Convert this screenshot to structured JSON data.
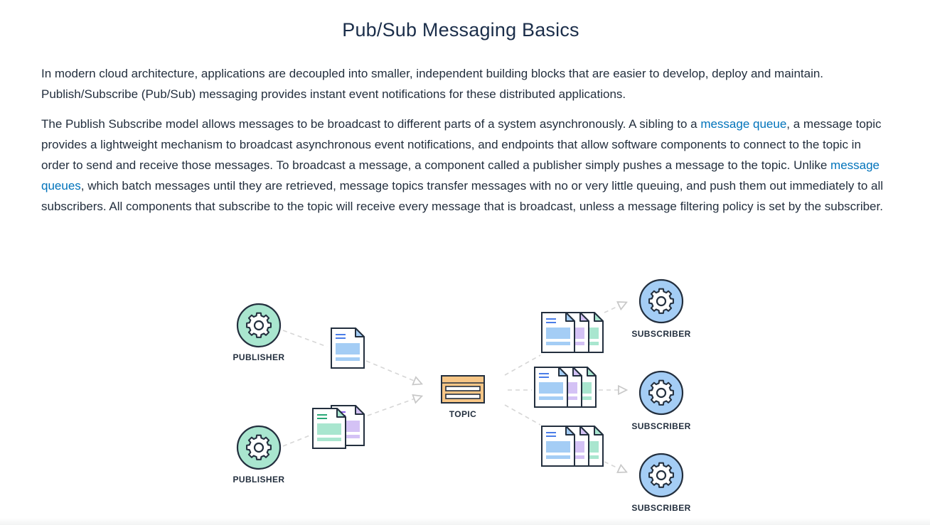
{
  "page": {
    "title": "Pub/Sub Messaging Basics"
  },
  "intro": {
    "text": "In modern cloud architecture, applications are decoupled into smaller, independent building blocks that are easier to develop, deploy and maintain. Publish/Subscribe (Pub/Sub) messaging provides instant event notifications for these distributed applications."
  },
  "body": {
    "part1": "The Publish Subscribe model allows messages to be broadcast to different parts of a system asynchronously. A sibling to a ",
    "link1": "message queue",
    "part2": ", a message topic provides a lightweight mechanism to broadcast asynchronous event notifications, and endpoints that allow software components to connect to the topic in order to send and receive those messages. To broadcast a message, a component called a publisher simply pushes a message to the topic. Unlike ",
    "link2": "message queues",
    "part3": ", which batch messages until they are retrieved, message topics transfer messages with no or very little queuing, and push them out immediately to all subscribers. All components that subscribe to the topic will receive every message that is broadcast, unless a message filtering policy is set by the subscriber."
  },
  "diagram": {
    "publisher_label": "PUBLISHER",
    "topic_label": "TOPIC",
    "subscriber_label": "SUBSCRIBER",
    "icons": {
      "publisher": "gear-icon",
      "subscriber": "gear-icon",
      "topic": "topic-stack-icon",
      "message": "document-icon"
    },
    "colors": {
      "publisher_fill": "#a9e6cf",
      "subscriber_fill": "#a4cdf5",
      "topic_fill": "#f7c686",
      "doc_blue": "#a4cdf5",
      "doc_green": "#a9e6cf",
      "doc_purple": "#d4c2f5",
      "link": "#0073bb"
    }
  }
}
